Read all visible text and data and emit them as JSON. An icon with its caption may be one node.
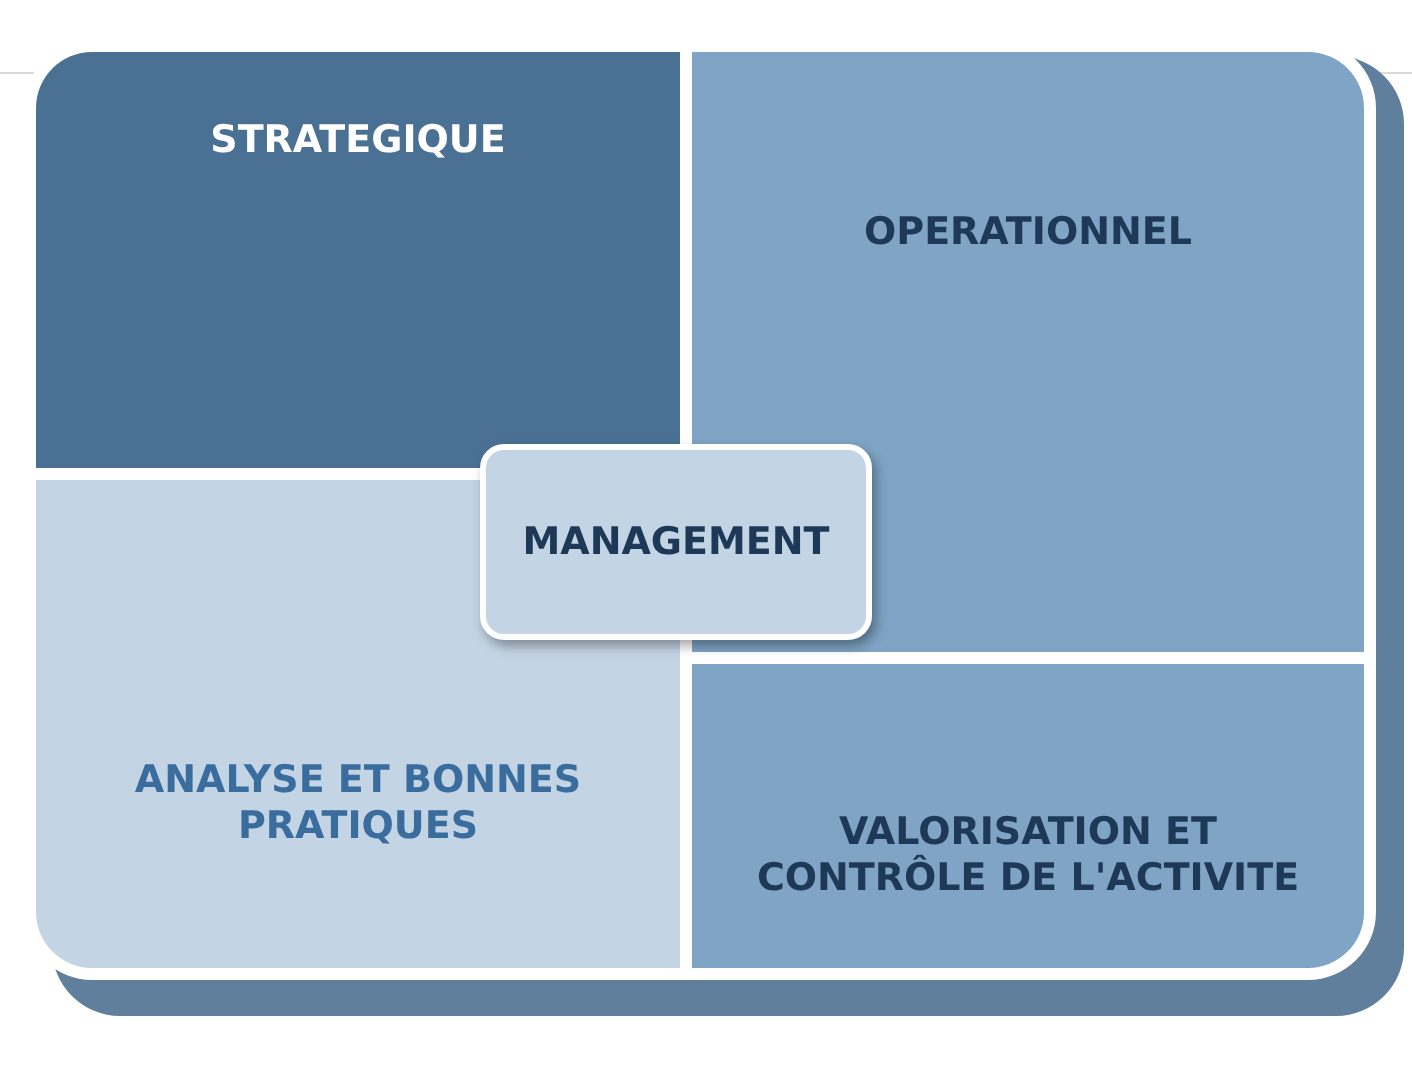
{
  "diagram": {
    "nodes": [
      {
        "text": [
          "STRATEGIQUE"
        ]
      },
      {
        "text": [
          "OPERATIONNEL"
        ]
      },
      {
        "text": [
          "MANAGEMENT"
        ]
      },
      {
        "text": [
          "ANALYSE ET BONNES PRATIQUES"
        ]
      },
      {
        "text": [
          "VALORISATION ET CONTRÔLE DE L'ACTIVITE"
        ]
      }
    ]
  }
}
